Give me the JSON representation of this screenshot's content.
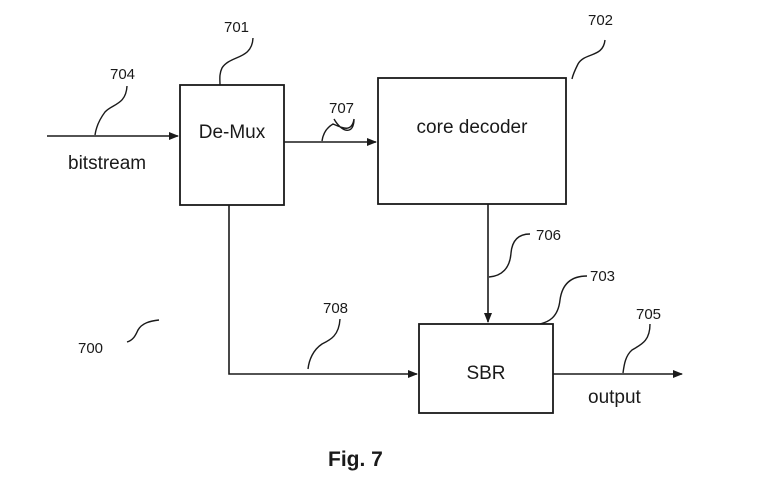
{
  "figure": {
    "caption": "Fig. 7",
    "system_ref": "700"
  },
  "blocks": {
    "demux": {
      "label": "De-Mux",
      "ref": "701"
    },
    "core_decoder": {
      "label": "core decoder",
      "ref": "702"
    },
    "sbr": {
      "label": "SBR",
      "ref": "703"
    }
  },
  "signals": {
    "bitstream": {
      "label": "bitstream",
      "ref": "704"
    },
    "output": {
      "label": "output",
      "ref": "705"
    },
    "core_to_sbr": {
      "ref": "706"
    },
    "demux_to_core": {
      "ref": "707"
    },
    "demux_to_sbr": {
      "ref": "708"
    }
  }
}
